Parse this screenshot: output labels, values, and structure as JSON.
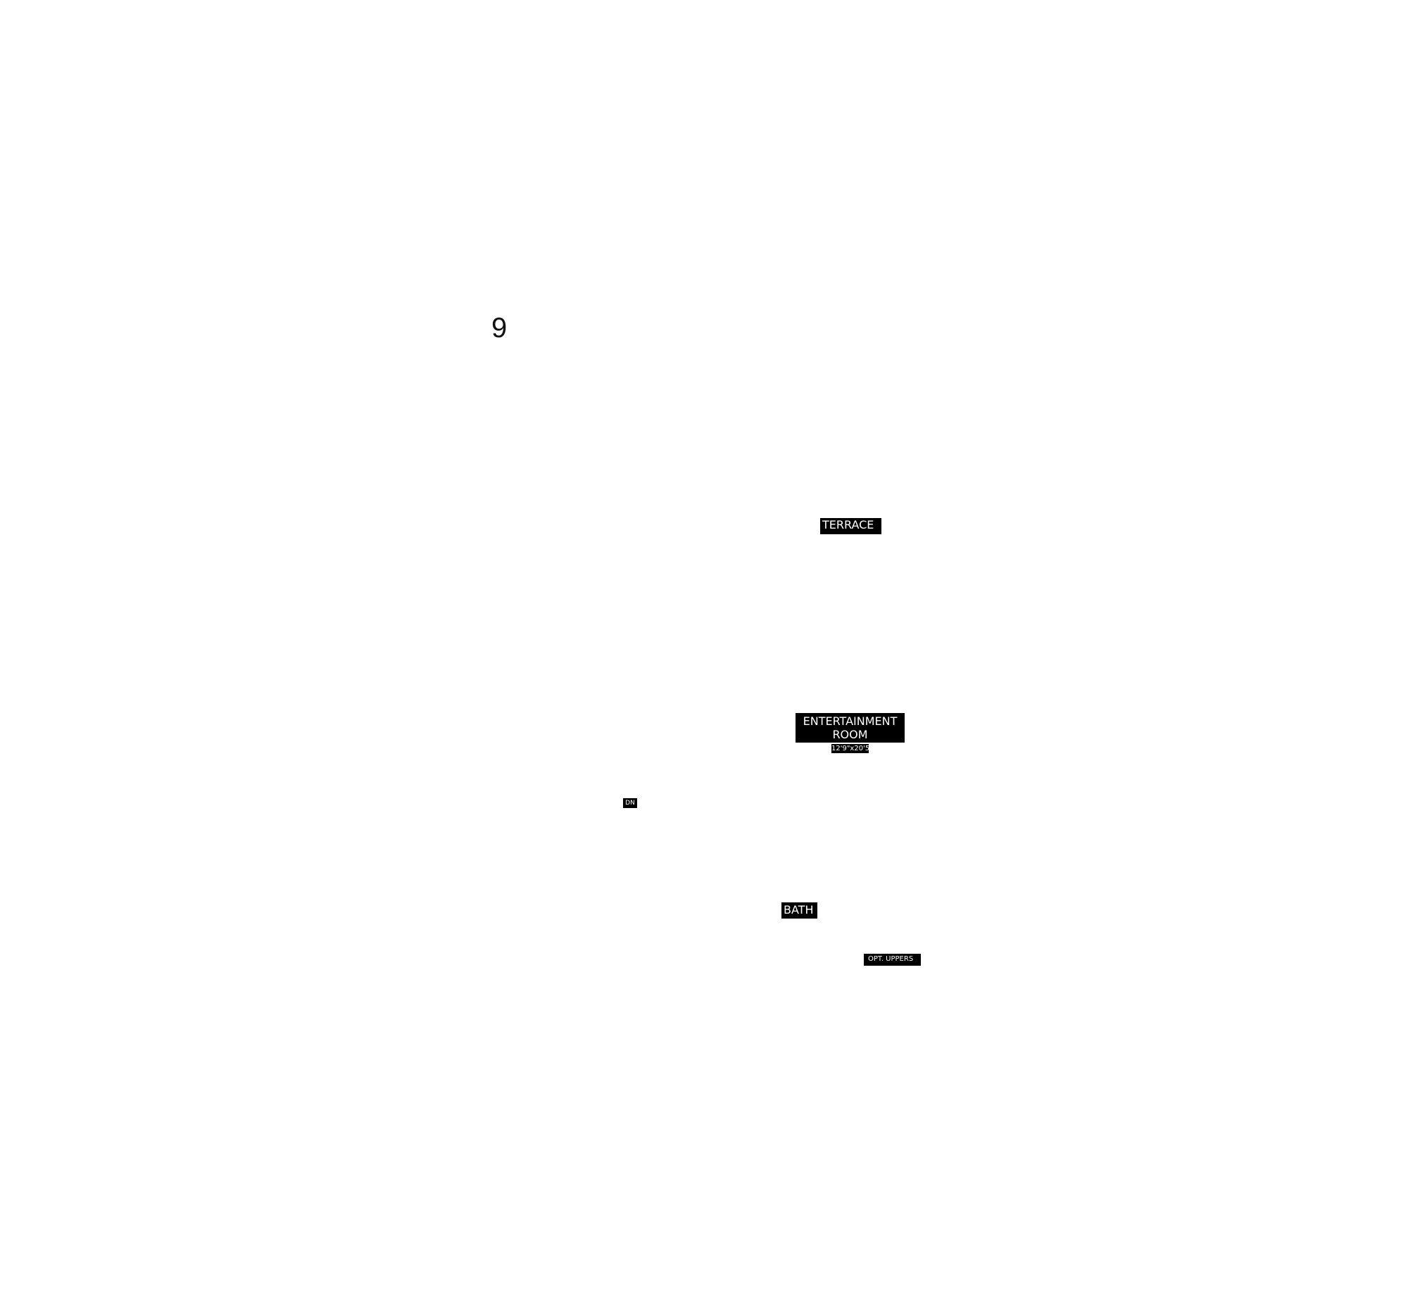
{
  "page_number": "9",
  "rooms": {
    "terrace": "TERRACE",
    "entertainment_room": {
      "line1": "ENTERTAINMENT",
      "line2": "ROOM",
      "dimensions": "12'9\"x20'5\""
    },
    "bath": "BATH"
  },
  "annotations": {
    "stairs_down": "DN",
    "optional_uppers": "OPT. UPPERS"
  }
}
